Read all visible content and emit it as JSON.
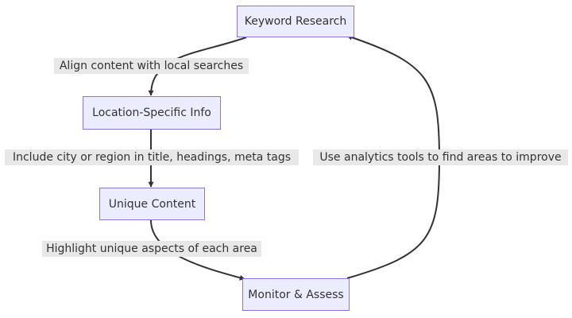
{
  "nodes": {
    "keyword_research": "Keyword Research",
    "location_specific_info": "Location-Specific Info",
    "unique_content": "Unique Content",
    "monitor_assess": "Monitor & Assess"
  },
  "edges": {
    "align_content": "Align content with local searches",
    "include_city": "Include city or region in title, headings, meta tags",
    "highlight_unique": "Highlight unique aspects of each area",
    "use_analytics": "Use analytics tools to find areas to improve"
  },
  "colors": {
    "node_fill": "#ececff",
    "node_border": "#9370db",
    "edge_stroke": "#333333",
    "label_background": "#e8e8e8",
    "text": "#333333"
  }
}
